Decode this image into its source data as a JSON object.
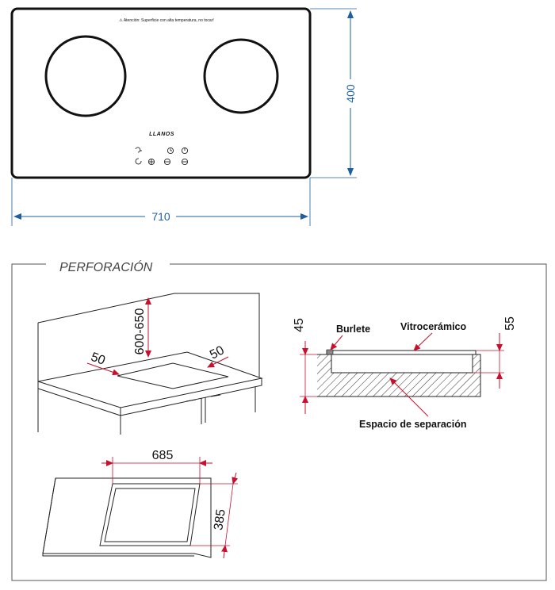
{
  "top_view": {
    "warning_text": "⚠ Atención: Superficie con alta temperatura, no tocar!",
    "brand_text": "LLANOS",
    "width_label": "710",
    "height_label": "400"
  },
  "section_title": "PERFORACIÓN",
  "install_view": {
    "height_range_label": "600-650",
    "margin_left_label": "50",
    "margin_right_label": "50"
  },
  "cutout_view": {
    "width_label": "685",
    "depth_label": "385"
  },
  "section_view": {
    "left_dim_label": "45",
    "right_dim_label": "55",
    "gasket_label": "Burlete",
    "glass_label": "Vitrocerámico",
    "gap_label": "Espacio de separación"
  },
  "colors": {
    "dimension_blue": "#1f5f9f",
    "marker_red": "#c8102e",
    "line": "#111111"
  }
}
